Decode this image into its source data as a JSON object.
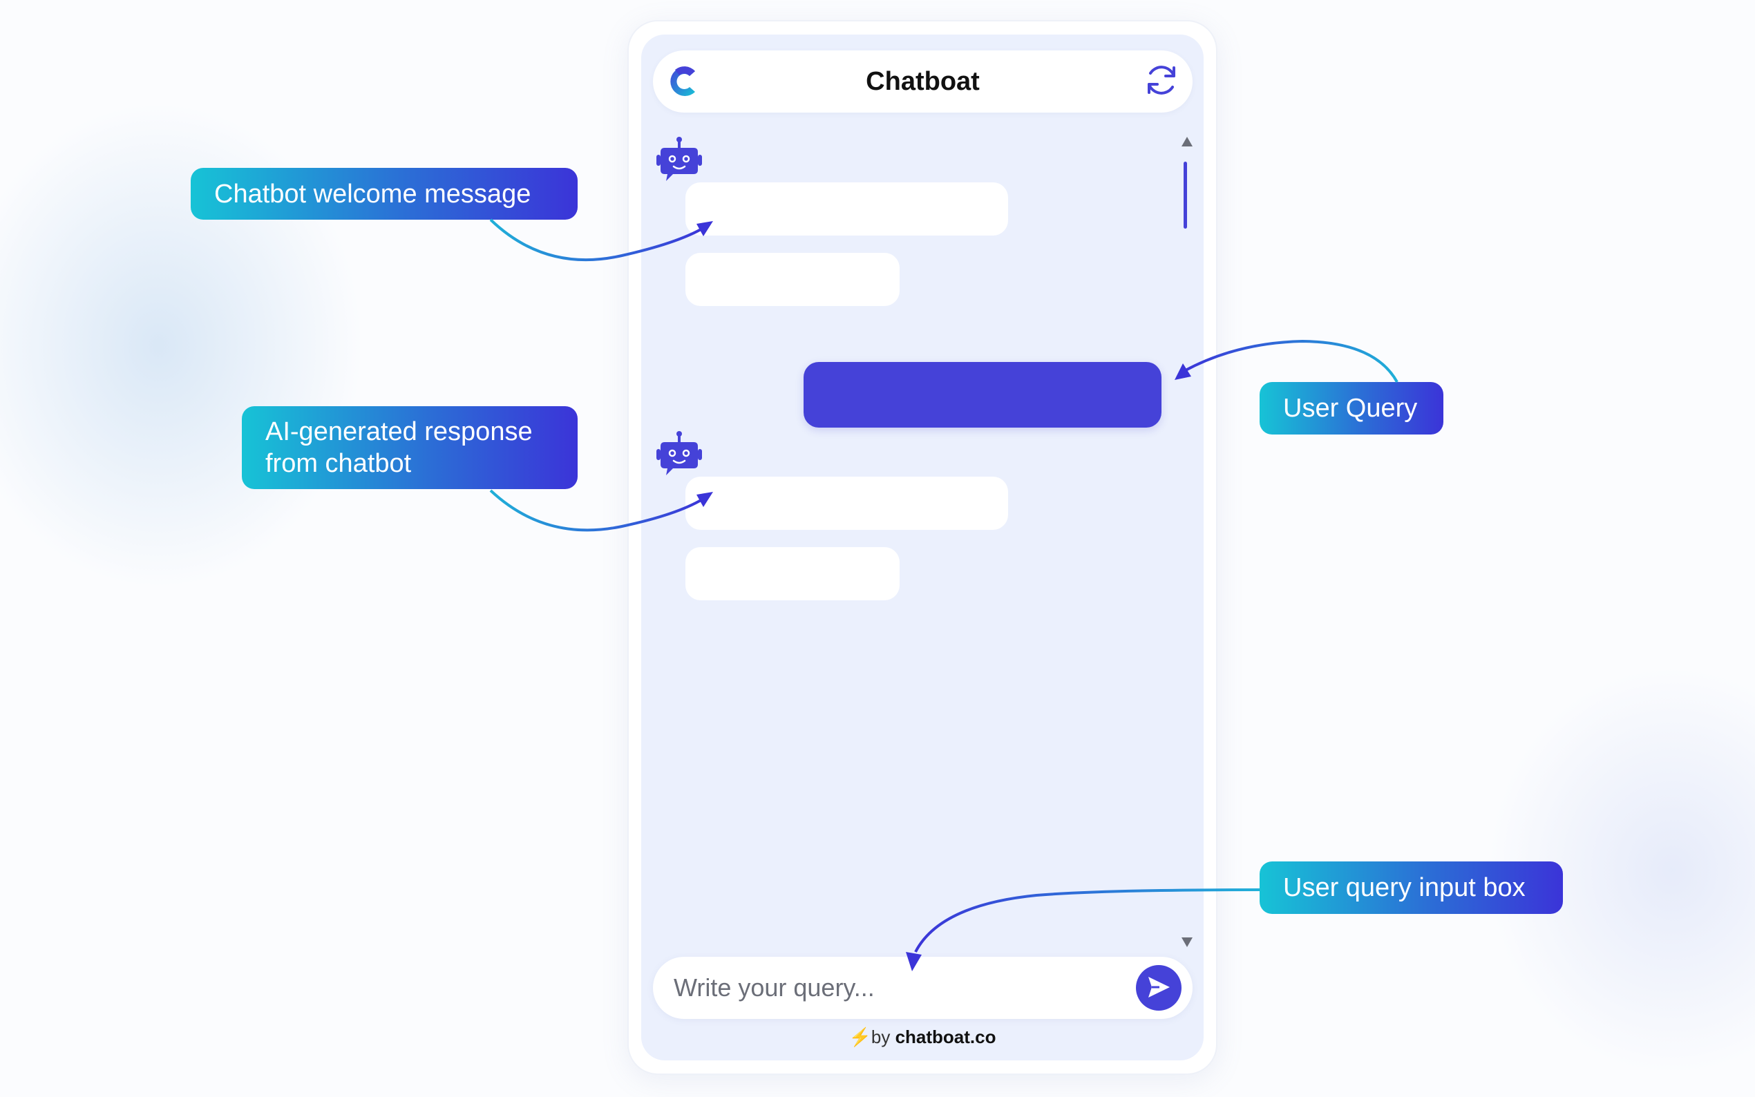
{
  "header": {
    "title": "Chatboat",
    "logo_icon": "chatboat-logo-icon",
    "refresh_icon": "refresh-icon"
  },
  "chat": {
    "bot_avatar_icon": "robot-icon",
    "user_bubble_color": "#4542d8"
  },
  "input": {
    "placeholder": "Write your query...",
    "send_icon": "send-icon"
  },
  "footer": {
    "bolt": "⚡",
    "by": "by ",
    "brand": "chatboat.co"
  },
  "annotations": {
    "welcome": "Chatbot welcome message",
    "ai_response": "AI-generated response from chatbot",
    "user_query": "User Query",
    "input_box": "User query input box"
  },
  "colors": {
    "accent": "#4542d8",
    "panel": "#ebf0fd",
    "callout_start": "#17c3d6",
    "callout_end": "#3b34d8"
  }
}
